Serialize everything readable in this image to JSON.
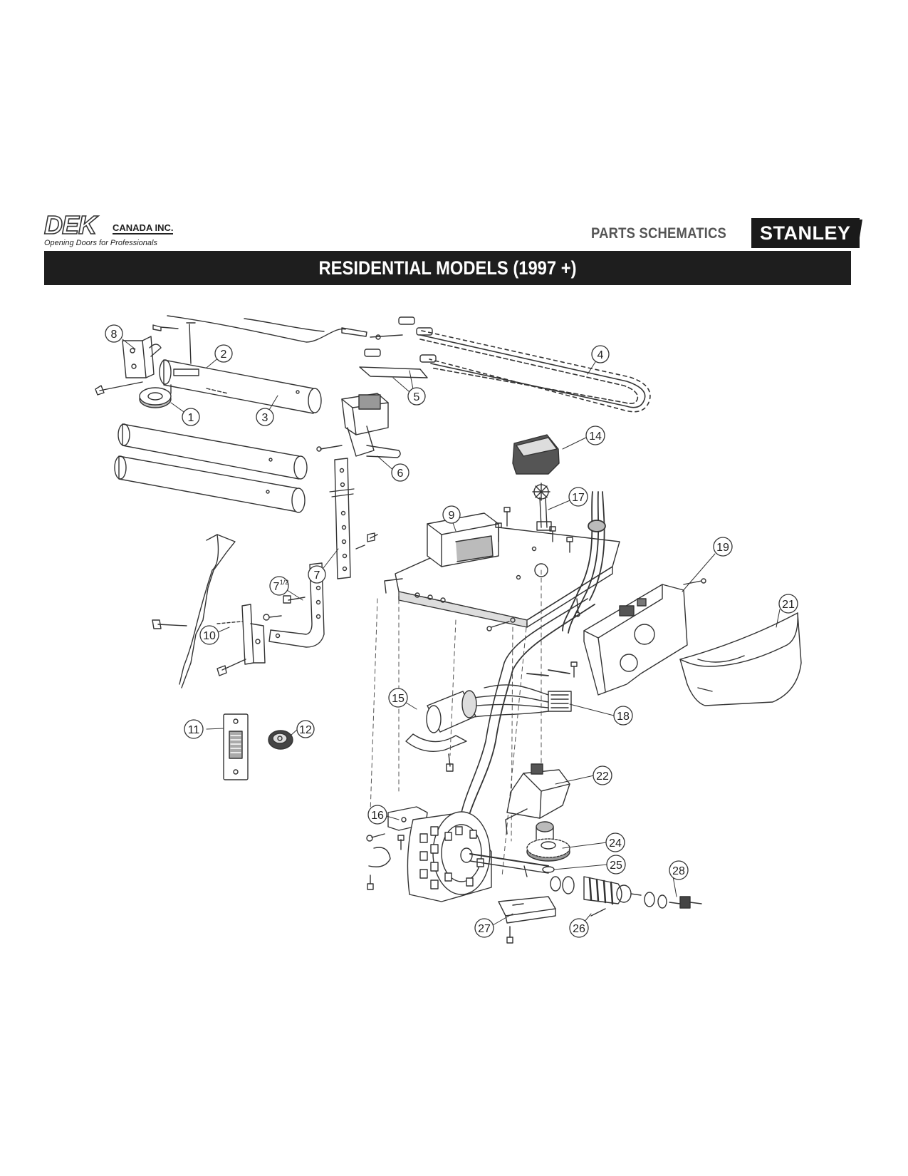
{
  "header": {
    "logo_mark": "DEK",
    "logo_company": "CANADA INC.",
    "logo_tagline": "Opening Doors for Professionals",
    "section_title": "PARTS SCHEMATICS",
    "brand": "STANLEY"
  },
  "banner": {
    "title": "RESIDENTIAL MODELS (1997 +)"
  },
  "callouts": {
    "c1": "1",
    "c2": "2",
    "c3": "3",
    "c4": "4",
    "c5": "5",
    "c6": "6",
    "c7": "7",
    "c7h_main": "7",
    "c7h_sup": "1/2",
    "c8": "8",
    "c9": "9",
    "c10": "10",
    "c11": "11",
    "c12": "12",
    "c14": "14",
    "c15": "15",
    "c16": "16",
    "c17": "17",
    "c18": "18",
    "c19": "19",
    "c21": "21",
    "c22": "22",
    "c24": "24",
    "c25": "25",
    "c26": "26",
    "c27": "27",
    "c28": "28"
  }
}
